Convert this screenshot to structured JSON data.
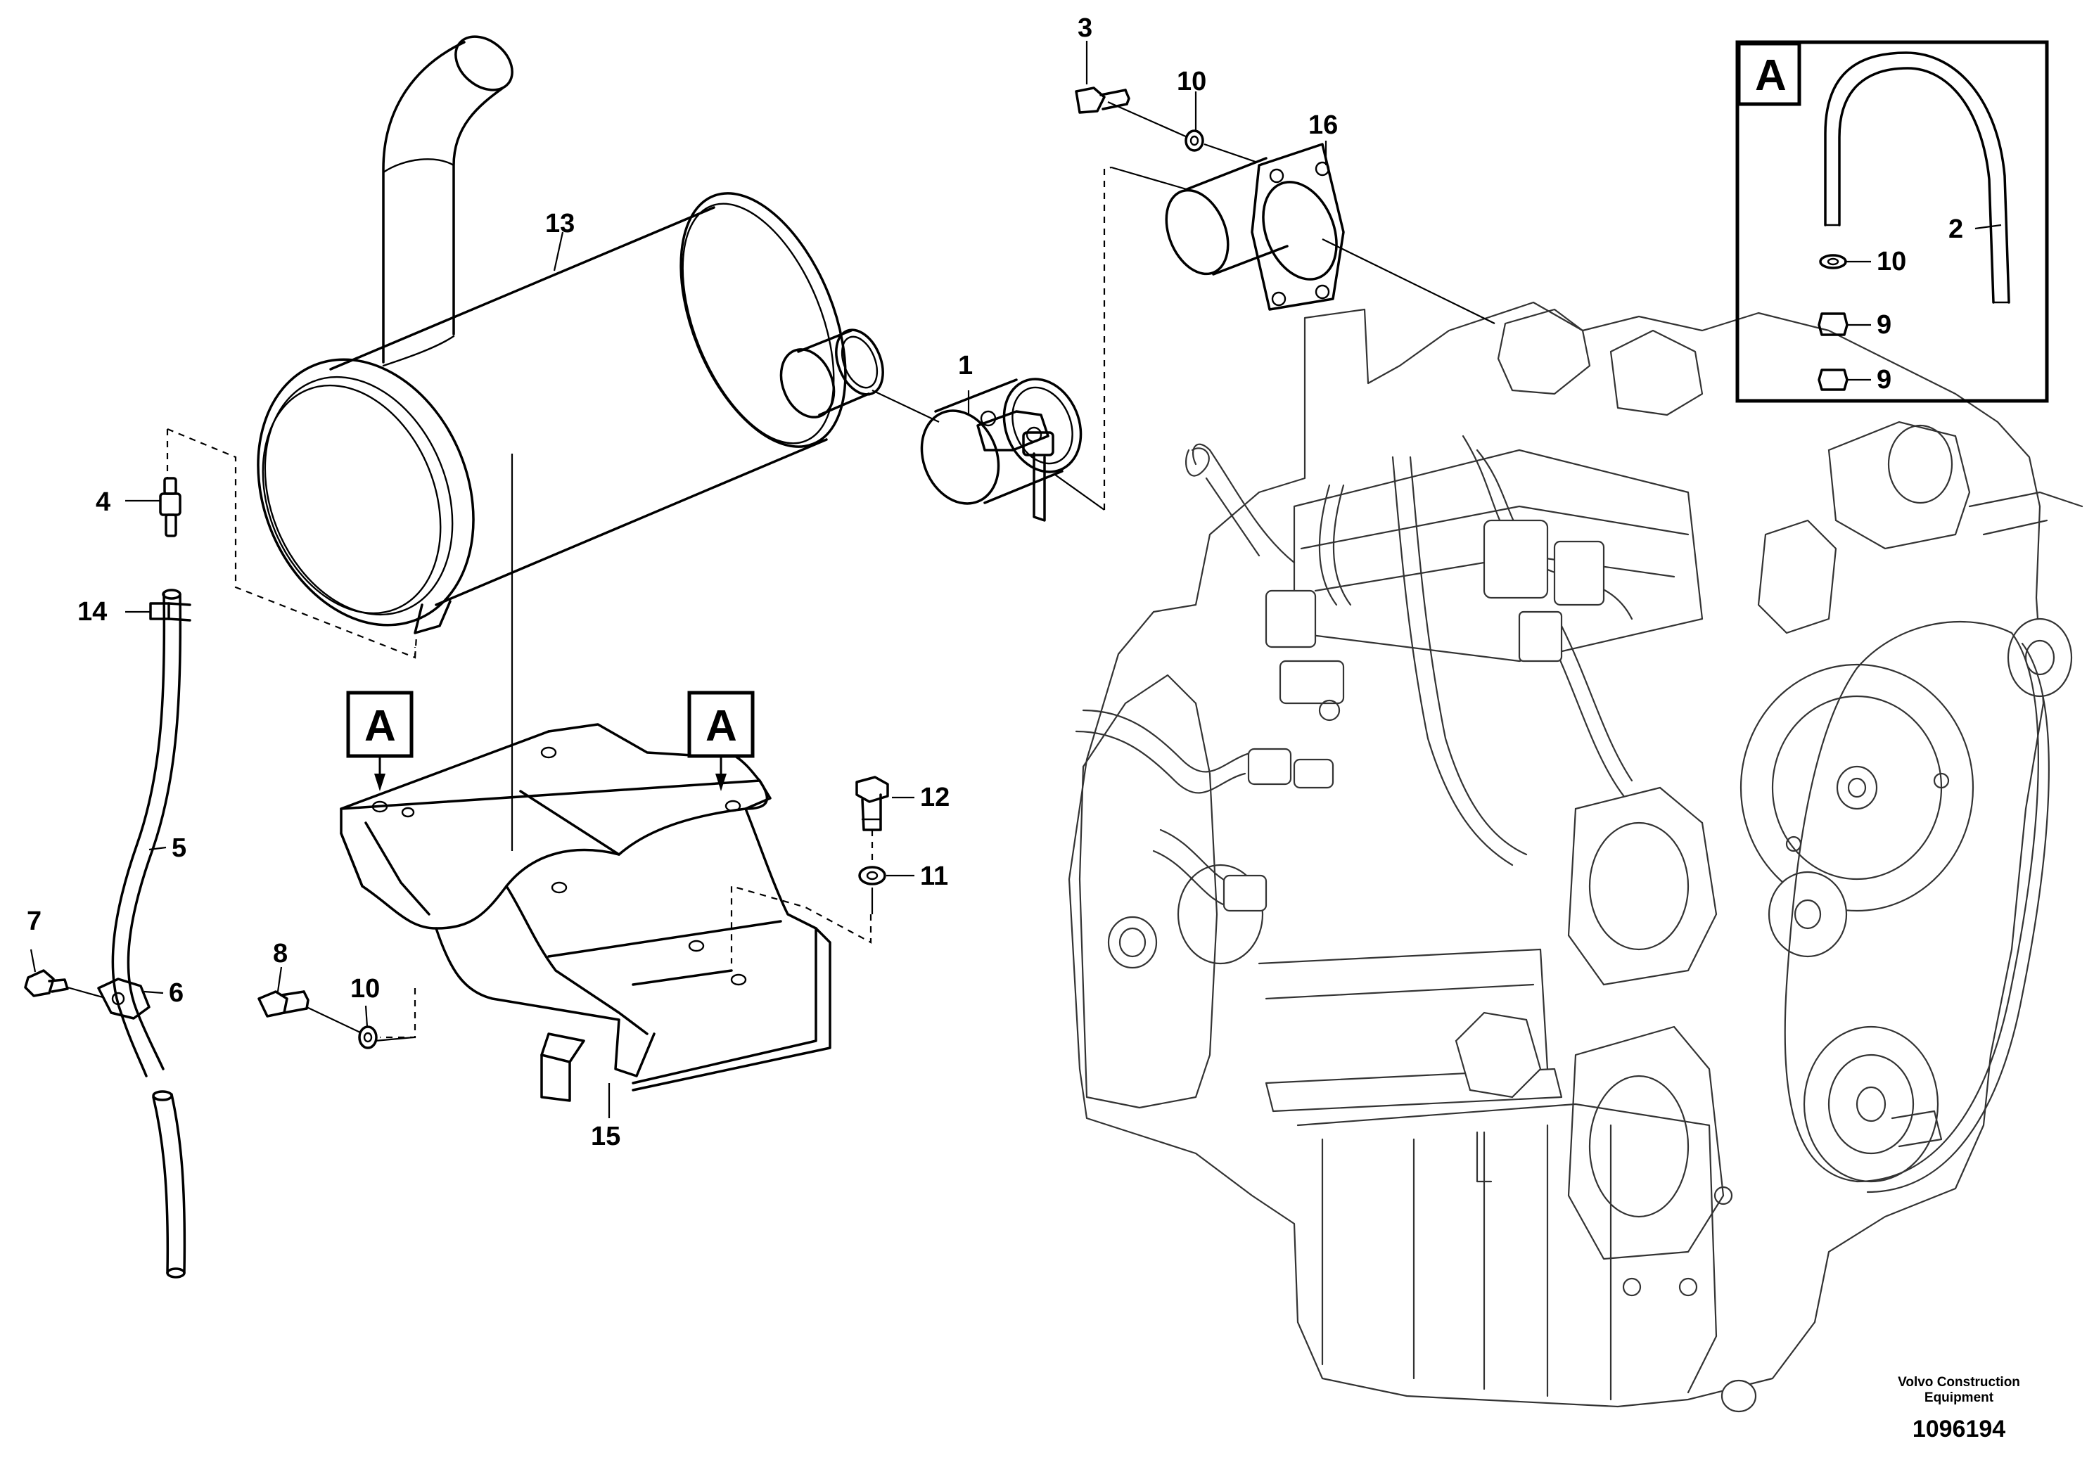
{
  "callouts": {
    "c1": "1",
    "c2": "2",
    "c3": "3",
    "c4": "4",
    "c5": "5",
    "c6": "6",
    "c7": "7",
    "c8": "8",
    "c9a": "9",
    "c9b": "9",
    "c10a": "10",
    "c10b": "10",
    "c10c": "10",
    "c11": "11",
    "c12": "12",
    "c13": "13",
    "c14": "14",
    "c15": "15",
    "c16": "16"
  },
  "view_tags": {
    "left": "A",
    "right": "A",
    "detail": "A"
  },
  "footer": {
    "manufacturer_line1": "Volvo Construction",
    "manufacturer_line2": "Equipment",
    "document_number": "1096194"
  }
}
